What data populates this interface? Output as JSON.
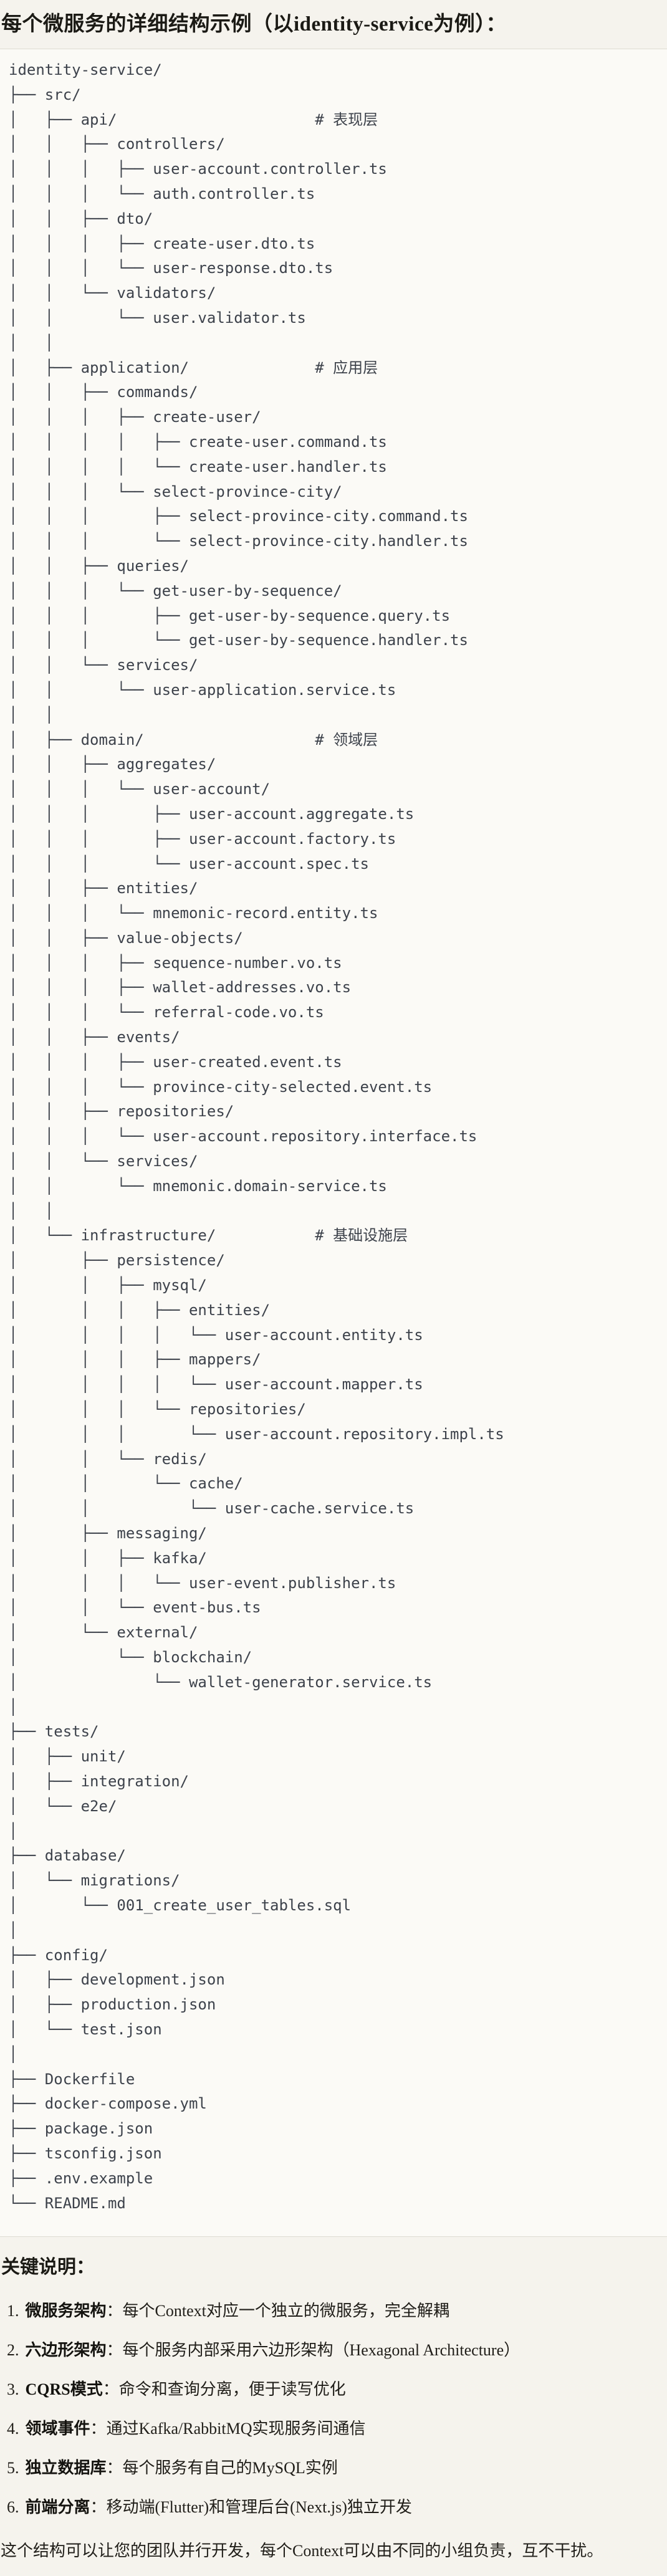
{
  "title": "每个微服务的详细结构示例（以identity-service为例）：",
  "code": {
    "tree_lines": [
      "identity-service/",
      "├── src/",
      "│   ├── api/                      # 表现层",
      "│   │   ├── controllers/",
      "│   │   │   ├── user-account.controller.ts",
      "│   │   │   └── auth.controller.ts",
      "│   │   ├── dto/",
      "│   │   │   ├── create-user.dto.ts",
      "│   │   │   └── user-response.dto.ts",
      "│   │   └── validators/",
      "│   │       └── user.validator.ts",
      "│   │",
      "│   ├── application/              # 应用层",
      "│   │   ├── commands/",
      "│   │   │   ├── create-user/",
      "│   │   │   │   ├── create-user.command.ts",
      "│   │   │   │   └── create-user.handler.ts",
      "│   │   │   └── select-province-city/",
      "│   │   │       ├── select-province-city.command.ts",
      "│   │   │       └── select-province-city.handler.ts",
      "│   │   ├── queries/",
      "│   │   │   └── get-user-by-sequence/",
      "│   │   │       ├── get-user-by-sequence.query.ts",
      "│   │   │       └── get-user-by-sequence.handler.ts",
      "│   │   └── services/",
      "│   │       └── user-application.service.ts",
      "│   │",
      "│   ├── domain/                   # 领域层",
      "│   │   ├── aggregates/",
      "│   │   │   └── user-account/",
      "│   │   │       ├── user-account.aggregate.ts",
      "│   │   │       ├── user-account.factory.ts",
      "│   │   │       └── user-account.spec.ts",
      "│   │   ├── entities/",
      "│   │   │   └── mnemonic-record.entity.ts",
      "│   │   ├── value-objects/",
      "│   │   │   ├── sequence-number.vo.ts",
      "│   │   │   ├── wallet-addresses.vo.ts",
      "│   │   │   └── referral-code.vo.ts",
      "│   │   ├── events/",
      "│   │   │   ├── user-created.event.ts",
      "│   │   │   └── province-city-selected.event.ts",
      "│   │   ├── repositories/",
      "│   │   │   └── user-account.repository.interface.ts",
      "│   │   └── services/",
      "│   │       └── mnemonic.domain-service.ts",
      "│   │",
      "│   └── infrastructure/           # 基础设施层",
      "│       ├── persistence/",
      "│       │   ├── mysql/",
      "│       │   │   ├── entities/",
      "│       │   │   │   └── user-account.entity.ts",
      "│       │   │   ├── mappers/",
      "│       │   │   │   └── user-account.mapper.ts",
      "│       │   │   └── repositories/",
      "│       │   │       └── user-account.repository.impl.ts",
      "│       │   └── redis/",
      "│       │       └── cache/",
      "│       │           └── user-cache.service.ts",
      "│       ├── messaging/",
      "│       │   ├── kafka/",
      "│       │   │   └── user-event.publisher.ts",
      "│       │   └── event-bus.ts",
      "│       └── external/",
      "│           └── blockchain/",
      "│               └── wallet-generator.service.ts",
      "│",
      "├── tests/",
      "│   ├── unit/",
      "│   ├── integration/",
      "│   └── e2e/",
      "│",
      "├── database/",
      "│   └── migrations/",
      "│       └── 001_create_user_tables.sql",
      "│",
      "├── config/",
      "│   ├── development.json",
      "│   ├── production.json",
      "│   └── test.json",
      "│",
      "├── Dockerfile",
      "├── docker-compose.yml",
      "├── package.json",
      "├── tsconfig.json",
      "├── .env.example",
      "└── README.md"
    ],
    "layer_comments": [
      "# 表现层",
      "# 应用层",
      "# 领域层",
      "# 基础设施层"
    ]
  },
  "notes": {
    "heading": "关键说明：",
    "items": [
      {
        "num": "1.",
        "label": "微服务架构",
        "text": "：每个Context对应一个独立的微服务，完全解耦"
      },
      {
        "num": "2.",
        "label": "六边形架构",
        "text": "：每个服务内部采用六边形架构（Hexagonal Architecture）"
      },
      {
        "num": "3.",
        "label": "CQRS模式",
        "text": "：命令和查询分离，便于读写优化"
      },
      {
        "num": "4.",
        "label": "领域事件",
        "text": "：通过Kafka/RabbitMQ实现服务间通信"
      },
      {
        "num": "5.",
        "label": "独立数据库",
        "text": "：每个服务有自己的MySQL实例"
      },
      {
        "num": "6.",
        "label": "前端分离",
        "text": "：移动端(Flutter)和管理后台(Next.js)独立开发"
      }
    ],
    "footer": "这个结构可以让您的团队并行开发，每个Context可以由不同的小组负责，互不干扰。"
  },
  "colors": {
    "page_bg": "#f5f3ed",
    "code_bg": "#fbfaf6",
    "divider": "#dedbd2",
    "code_text": "#3d424b",
    "body_text": "#201e19"
  }
}
